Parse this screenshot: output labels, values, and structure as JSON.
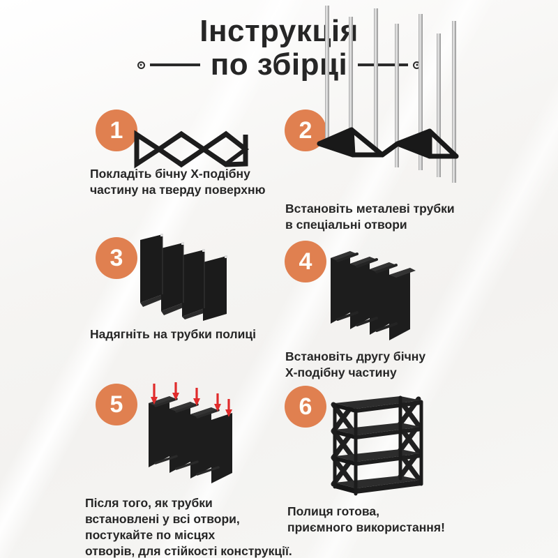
{
  "title": {
    "line1": "Інструкція",
    "line2": "по збірці"
  },
  "colors": {
    "badge_orange": "#e08050",
    "text_dark": "#262626",
    "background": "#f6f5f3",
    "part_black": "#1d1d1d",
    "tube_silver": "#c9c9c9",
    "arrow_red": "#e02b2b"
  },
  "steps": [
    {
      "number": "1",
      "caption": "Покладіть бічну X-подібну\nчастину на тверду поверхню",
      "art": "x-frame-folded-flat"
    },
    {
      "number": "2",
      "caption": "Встановіть металеві трубки\nв спеціальні отвори",
      "art": "frame-with-vertical-tubes"
    },
    {
      "number": "3",
      "caption": "Надягніть на трубки полиці",
      "art": "four-shelf-panels"
    },
    {
      "number": "4",
      "caption": "Встановіть другу бічну\nX-подібну частину",
      "art": "shelves-with-second-frame"
    },
    {
      "number": "5",
      "caption": "Після того, як трубки\nвстановлені у всі отвори,\nпостукайте по місцях\nотворів, для стійкості конструкції.",
      "art": "shelves-with-red-tap-arrows"
    },
    {
      "number": "6",
      "caption": "Полиця готова,\nприємного використання!",
      "art": "finished-four-tier-shelf"
    }
  ]
}
